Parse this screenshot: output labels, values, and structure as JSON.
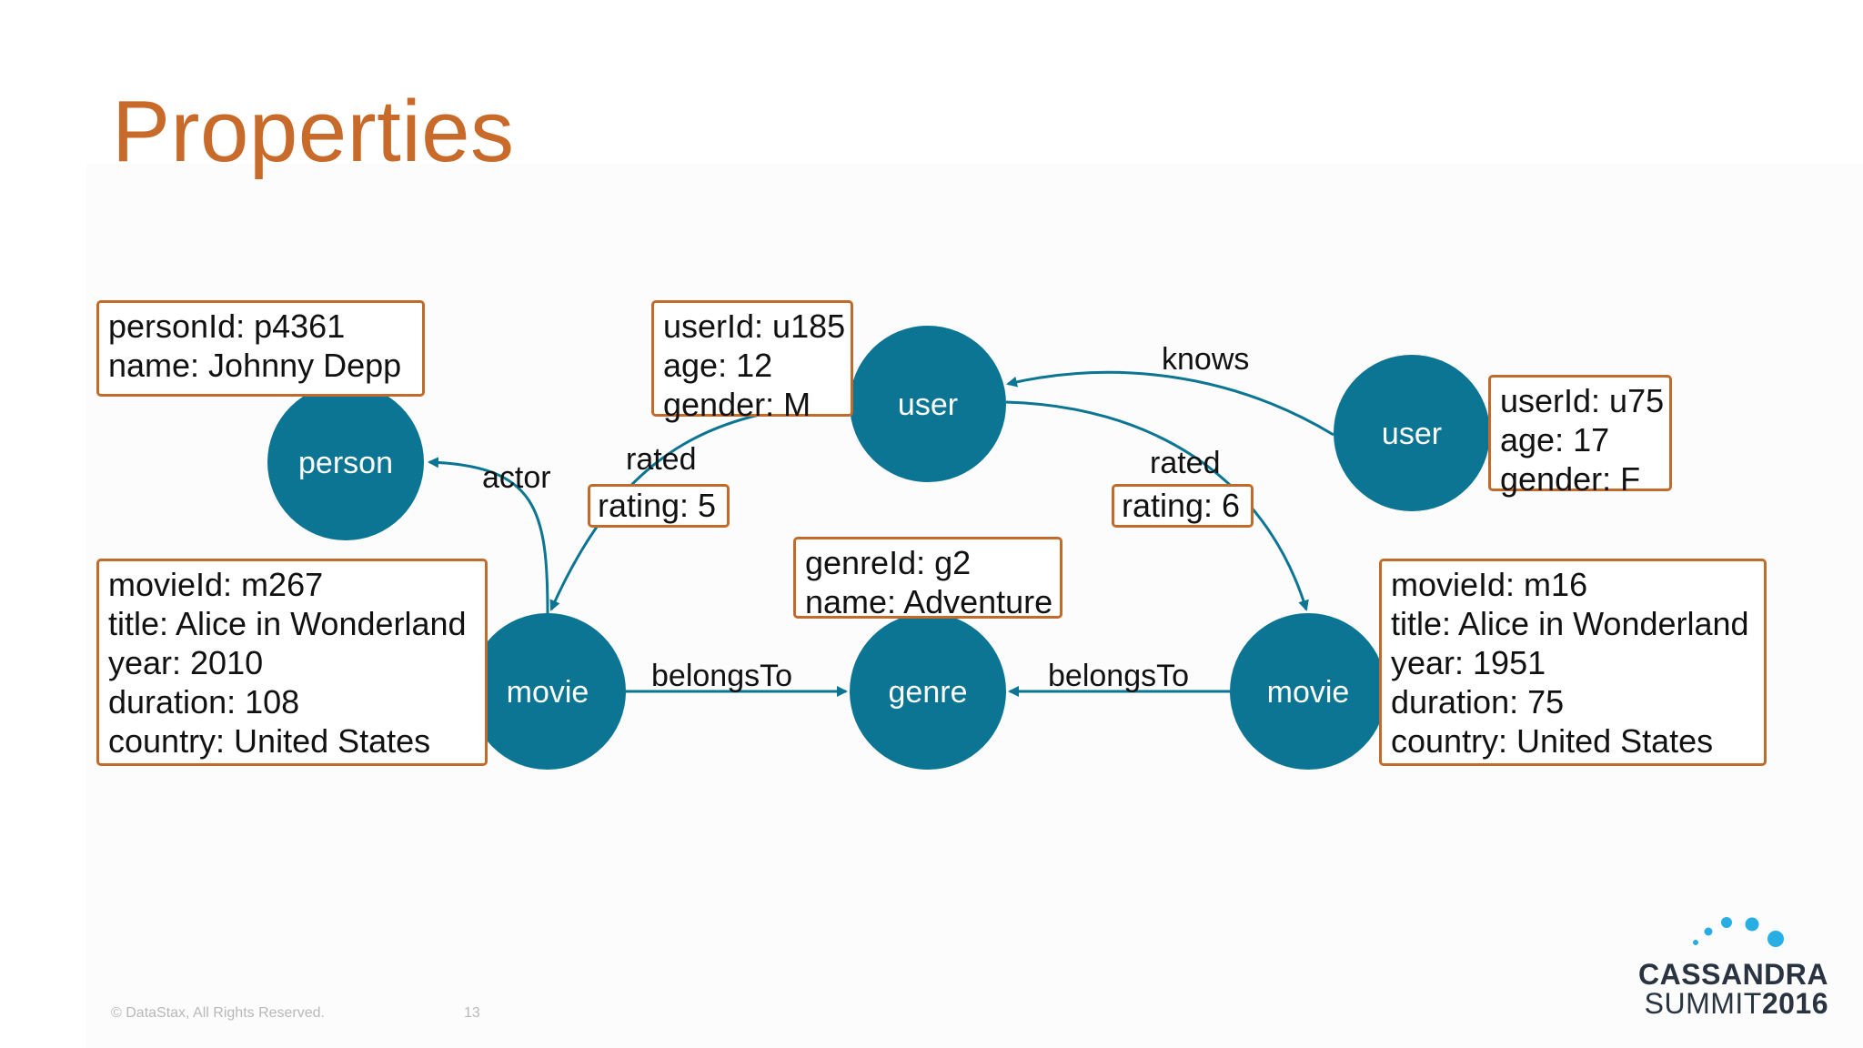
{
  "slide": {
    "title": "Properties",
    "copyright": "© DataStax, All Rights Reserved.",
    "page_number": "13"
  },
  "colors": {
    "title": "#c86a29",
    "node_fill": "#0b7593",
    "edge": "#0b7593",
    "property_border": "#c26a2a",
    "logo_dots": "#29aee3"
  },
  "nodes": {
    "person": "person",
    "user_left": "user",
    "user_right": "user",
    "movie_left": "movie",
    "genre": "genre",
    "movie_right": "movie"
  },
  "edges": {
    "actor": "actor",
    "rated_left": "rated",
    "rated_right": "rated",
    "knows": "knows",
    "belongs_left": "belongsTo",
    "belongs_right": "belongsTo"
  },
  "properties": {
    "person": [
      "personId: p4361",
      "name: Johnny Depp"
    ],
    "user_left": [
      "userId: u185",
      "age: 12",
      "gender: M"
    ],
    "user_right": [
      "userId: u75",
      "age: 17",
      "gender: F"
    ],
    "genre": [
      "genreId: g2",
      "name: Adventure"
    ],
    "movie_left": [
      "movieId: m267",
      "title: Alice in Wonderland",
      "year: 2010",
      "duration: 108",
      "country: United States"
    ],
    "movie_right": [
      "movieId: m16",
      "title: Alice in Wonderland",
      "year: 1951",
      "duration: 75",
      "country: United States"
    ],
    "rating_left": [
      "rating: 5"
    ],
    "rating_right": [
      "rating: 6"
    ]
  },
  "logo": {
    "line1": "CASSANDRA",
    "line2_a": "SUMMIT",
    "line2_b": "2016"
  }
}
